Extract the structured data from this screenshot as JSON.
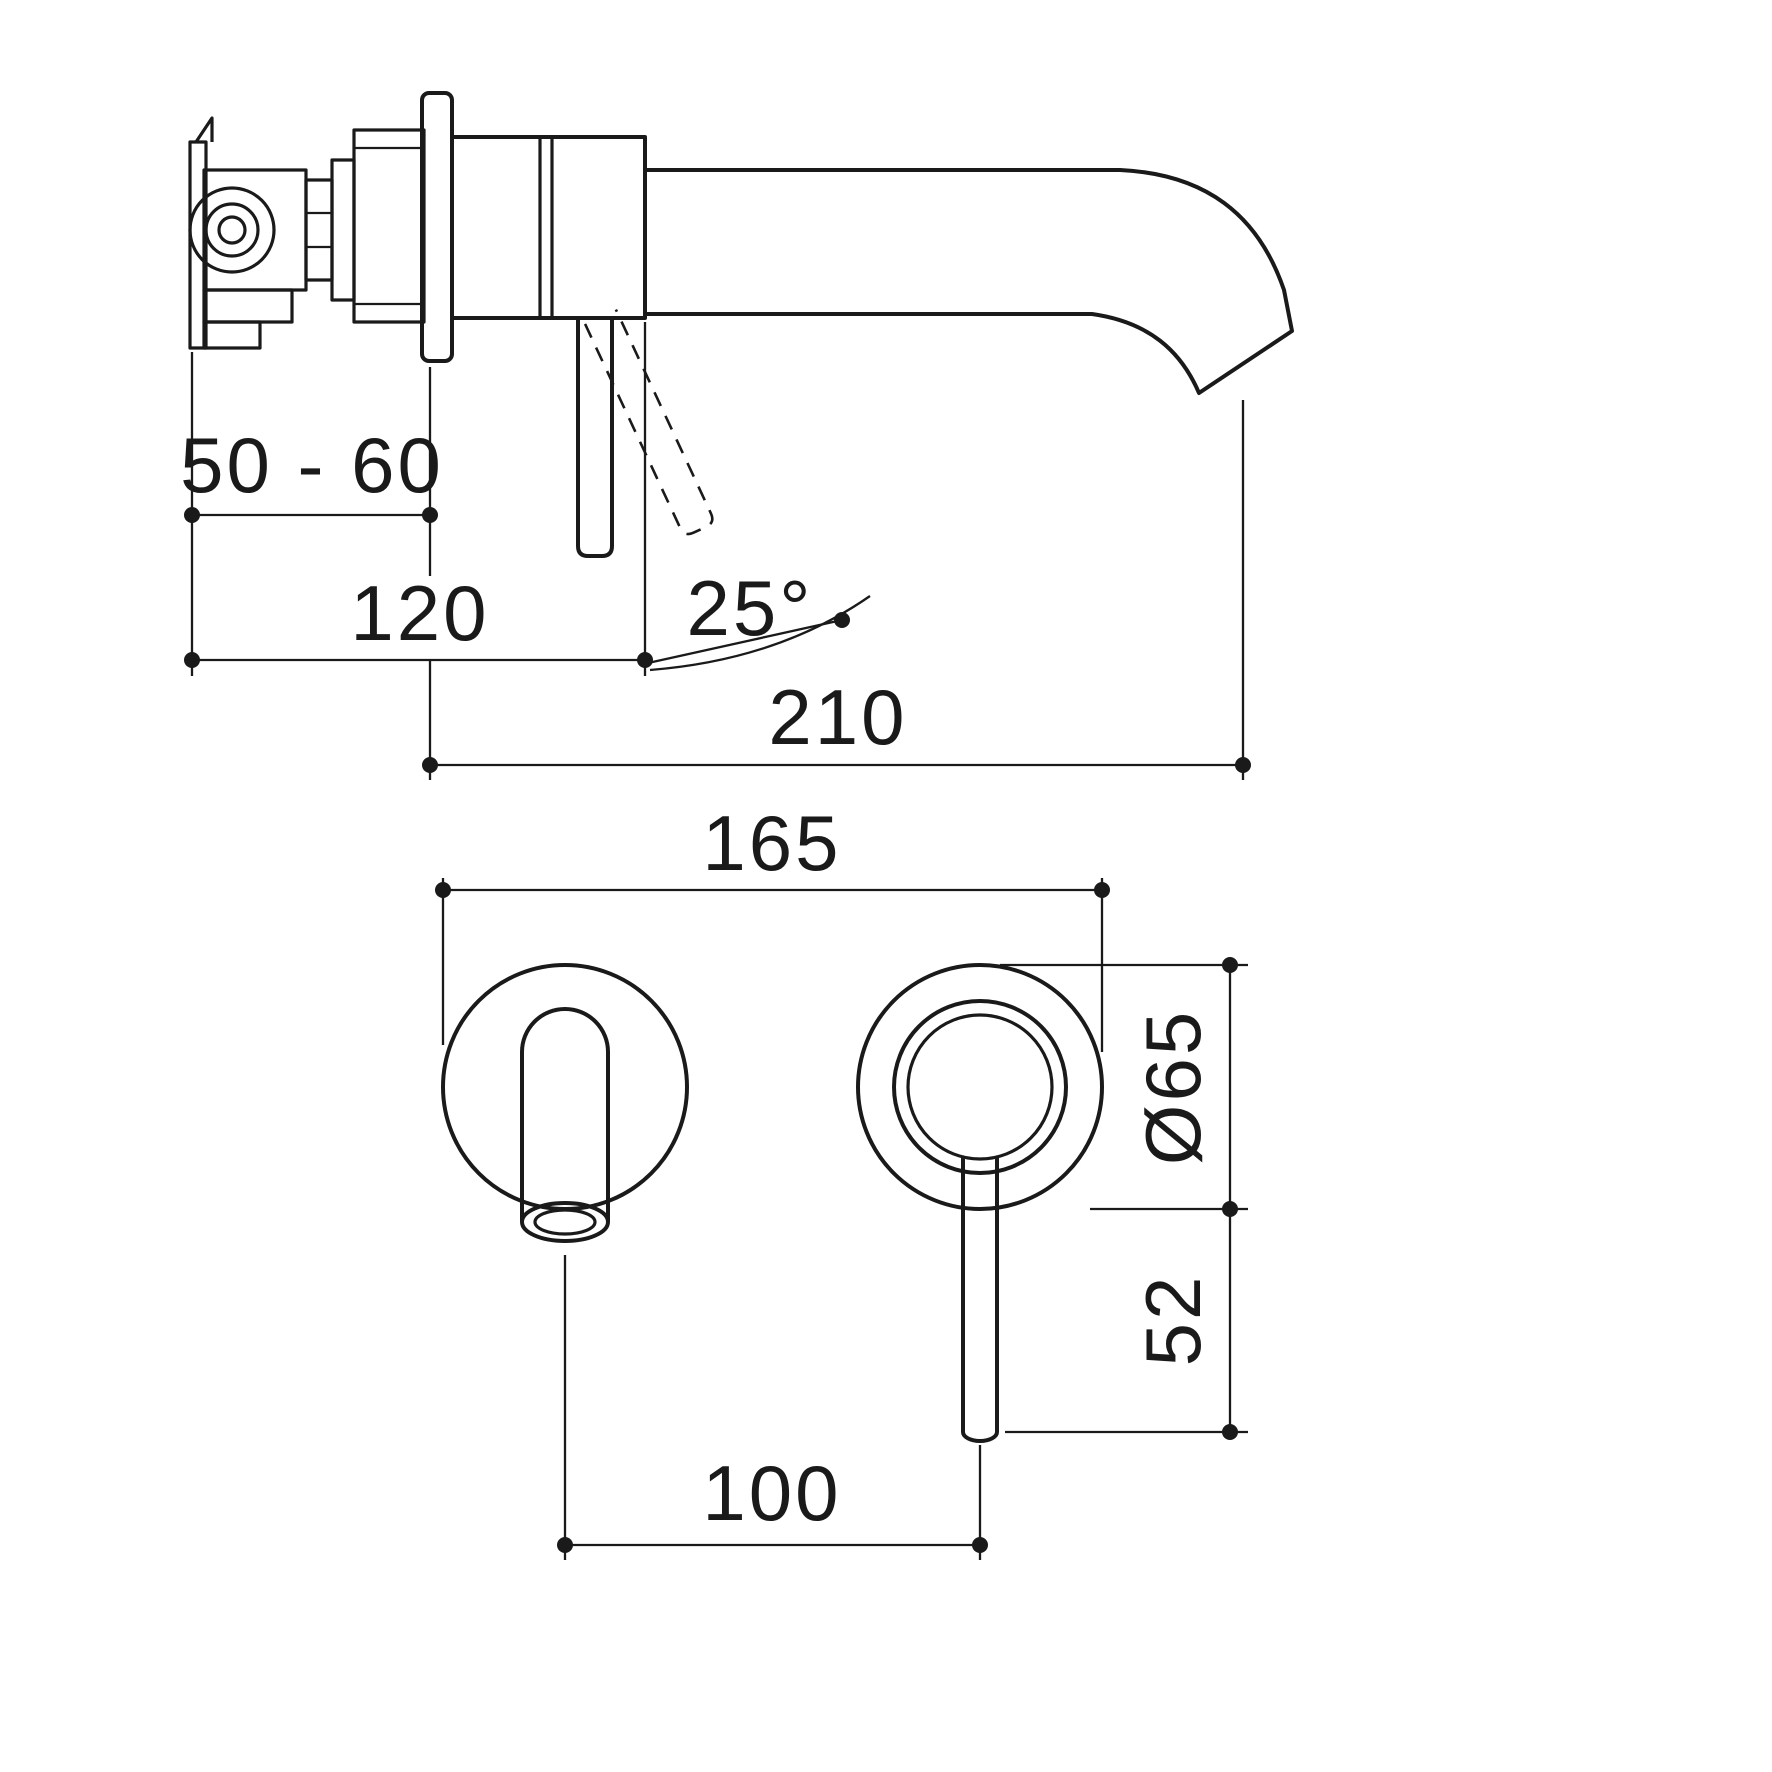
{
  "drawing": {
    "background": "#ffffff",
    "ink": "#1a1a1a",
    "subject": "wall-mounted basin mixer technical drawing",
    "views": {
      "side": "side elevation",
      "front": "front elevation"
    },
    "dimensions": {
      "wall_depth": "50 - 60",
      "lever_projection": "120",
      "spout_angle": "25°",
      "spout_reach": "210",
      "overall_width": "165",
      "plate_diameter": "Ø65",
      "lever_drop": "52",
      "centre_distance": "100"
    }
  }
}
